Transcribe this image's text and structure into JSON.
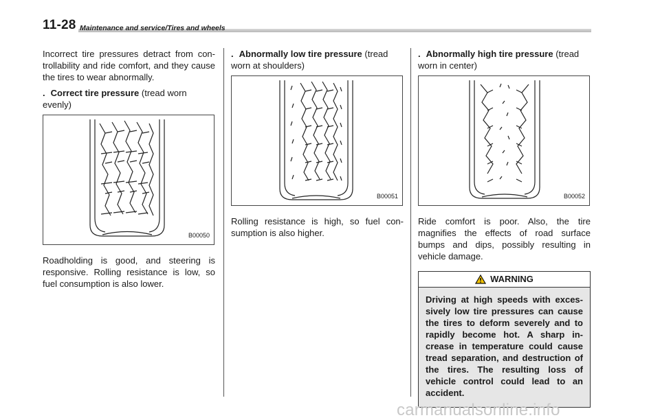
{
  "header": {
    "page_number": "11-28",
    "section_title": "Maintenance and service/Tires and wheels"
  },
  "col1": {
    "intro": "Incorrect tire pressures detract from con-trollability and ride comfort, and they cause the tires to wear abnormally.",
    "bullet_title": "Correct tire pressure",
    "bullet_rest": "(tread worn evenly)",
    "fig_code": "B00050",
    "after": "Roadholding is good, and steering is responsive. Rolling resistance is low, so fuel consumption is also lower."
  },
  "col2": {
    "bullet_title": "Abnormally low tire pressure",
    "bullet_rest": "(tread worn at shoulders)",
    "fig_code": "B00051",
    "after": "Rolling resistance is high, so fuel con-sumption is also higher."
  },
  "col3": {
    "bullet_title": "Abnormally high tire pressure",
    "bullet_rest": "(tread worn in center)",
    "fig_code": "B00052",
    "after": "Ride comfort is poor. Also, the tire magnifies the effects of road surface bumps and dips, possibly resulting in vehicle damage.",
    "warning_title": "WARNING",
    "warning_text": "Driving at high speeds with exces-sively low tire pressures can cause the tires to deform severely and to rapidly become hot. A sharp in-crease in temperature could cause tread separation, and destruction of the tires. The resulting loss of vehicle control could lead to an accident."
  },
  "watermark": "carmanualsonline.info",
  "bullet_symbol": "."
}
